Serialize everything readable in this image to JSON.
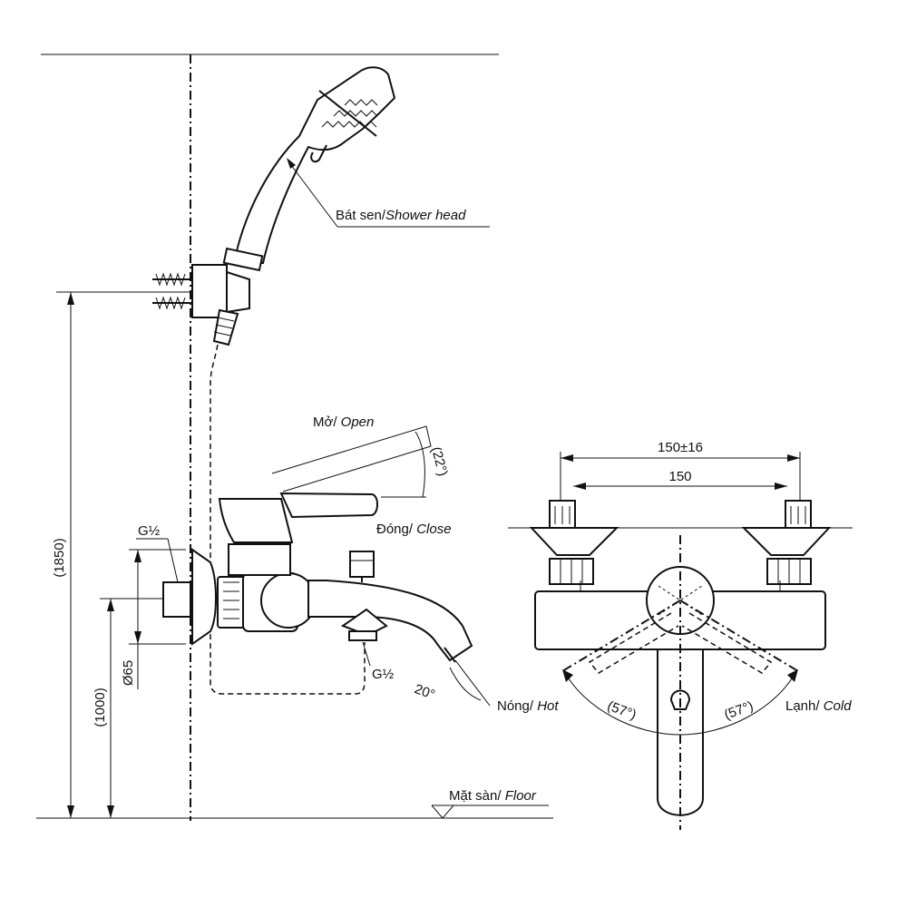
{
  "labels": {
    "shower_head": {
      "vi": "Bát sen/",
      "en": "Shower head"
    },
    "open": {
      "vi": "Mở/",
      "en": " Open"
    },
    "close": {
      "vi": "Đóng/",
      "en": " Close"
    },
    "floor": {
      "vi": "Mặt sàn/",
      "en": " Floor"
    },
    "hot": {
      "vi": "Nóng/",
      "en": " Hot"
    },
    "cold": {
      "vi": "Lạnh/",
      "en": " Cold"
    }
  },
  "dimensions": {
    "total_height": "(1850)",
    "outlet_height": "(1000)",
    "flange_diameter": "Ø65",
    "inlet_thread": "G½",
    "outlet_thread": "G½",
    "lever_angle": "(22°)",
    "spout_angle": "20°",
    "hot_angle": "(57°)",
    "cold_angle": "(57°)",
    "centers_tolerance": "150±16",
    "centers": "150"
  }
}
